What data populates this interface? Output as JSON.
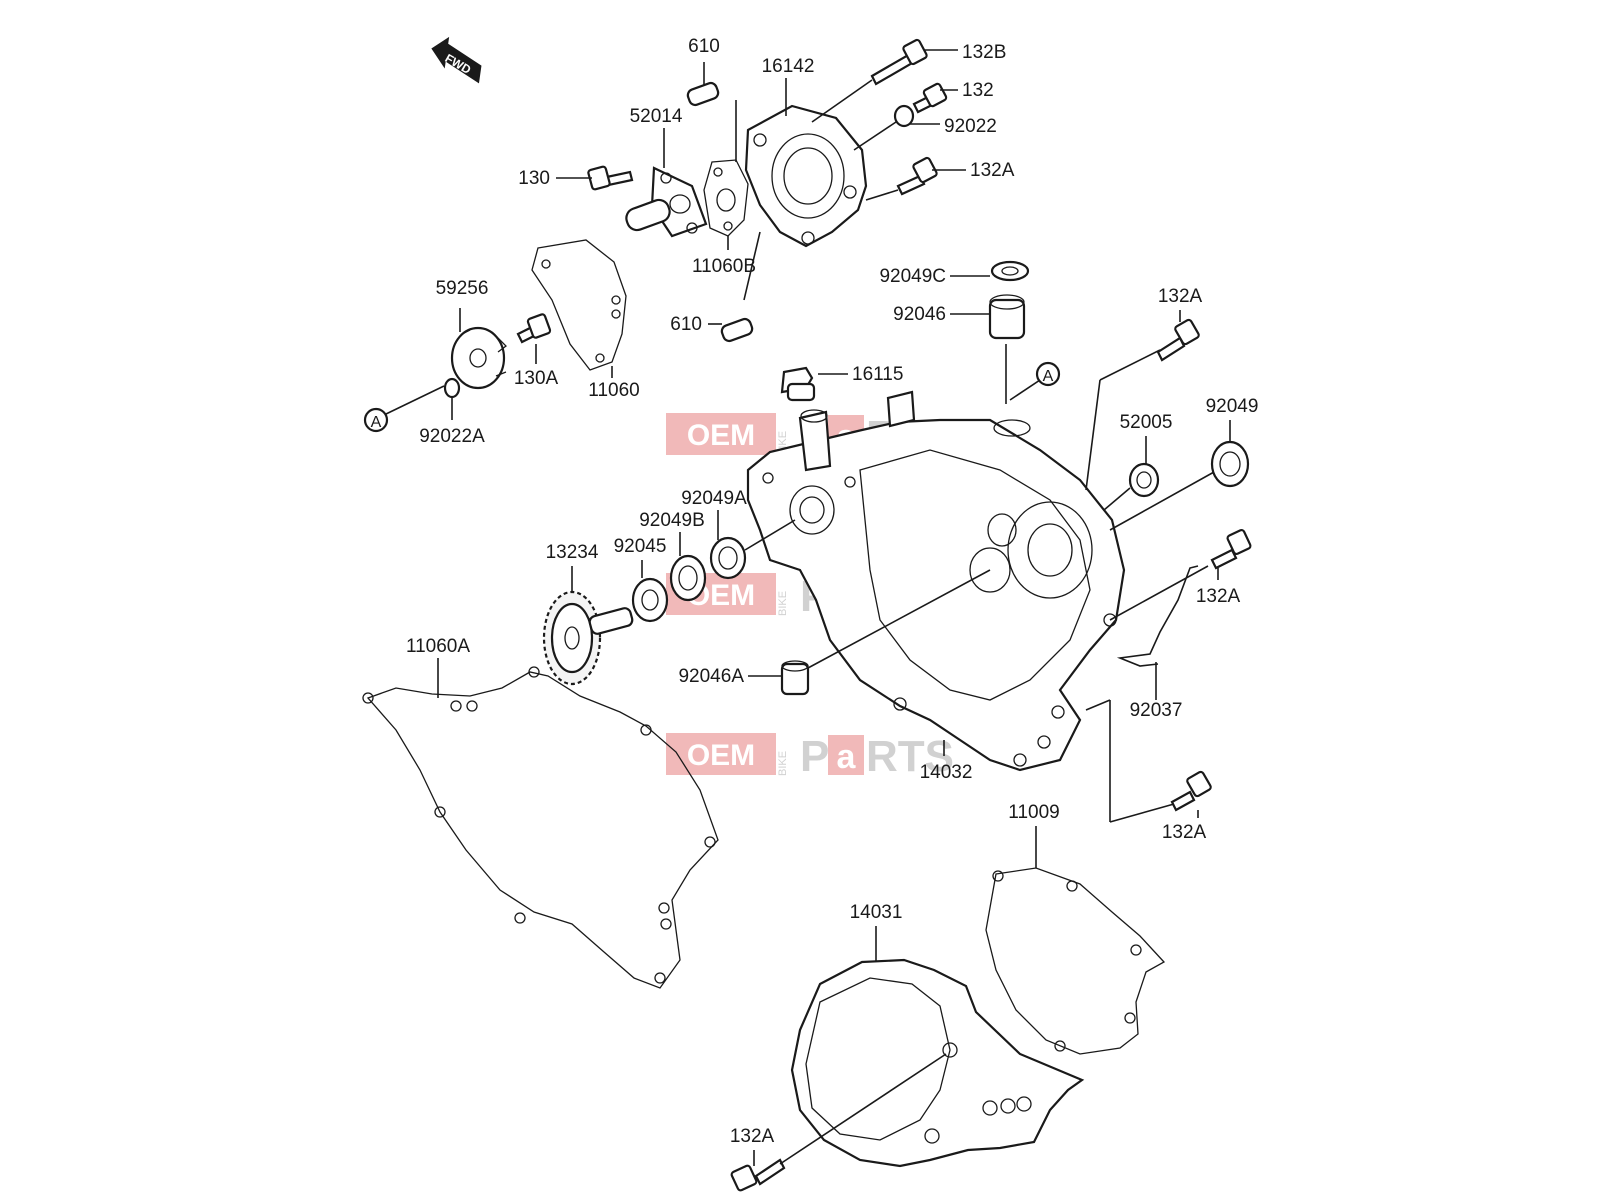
{
  "fwd_arrow_label": "FWD",
  "ref_marker": "A",
  "watermark": {
    "oem": "OEM",
    "bike": "BIKE",
    "parts_p": "P",
    "parts_a": "a",
    "parts_rts": "RTS"
  },
  "labels": {
    "l610_top": "610",
    "l16142": "16142",
    "l132B": "132B",
    "l132": "132",
    "l52014": "52014",
    "l92022": "92022",
    "l130": "130",
    "l132A_1": "132A",
    "l11060B": "11060B",
    "l92049C": "92049C",
    "l59256": "59256",
    "l92046": "92046",
    "l610_bot": "610",
    "l132A_2": "132A",
    "l130A": "130A",
    "l11060": "11060",
    "l16115": "16115",
    "l92022A": "92022A",
    "l52005": "52005",
    "l92049": "92049",
    "l92049A": "92049A",
    "l92049B": "92049B",
    "l13234": "13234",
    "l92045": "92045",
    "l132A_3": "132A",
    "l11060A": "11060A",
    "l92046A": "92046A",
    "l92037": "92037",
    "l14032": "14032",
    "l11009": "11009",
    "l132A_4": "132A",
    "l14031": "14031",
    "l132A_5": "132A"
  }
}
